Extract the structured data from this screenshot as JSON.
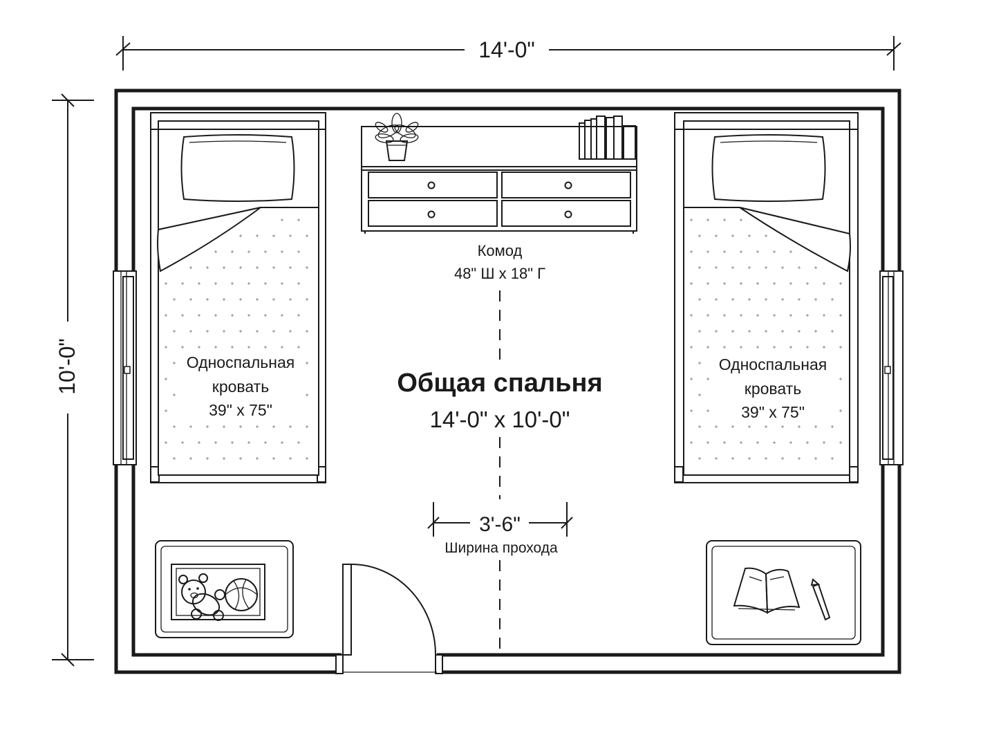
{
  "room": {
    "title": "Общая спальня",
    "size": "14'-0\" x 10'-0\""
  },
  "dimensions": {
    "width": "14'-0\"",
    "height": "10'-0\"",
    "aisle": "3'-6\"",
    "aisle_label": "Ширина прохода"
  },
  "beds": [
    {
      "name": "Односпальная",
      "name2": "кровать",
      "size": "39\" x 75\""
    },
    {
      "name": "Односпальная",
      "name2": "кровать",
      "size": "39\" x 75\""
    }
  ],
  "dresser": {
    "name": "Комод",
    "size": "48\" Ш x 18\" Г"
  }
}
